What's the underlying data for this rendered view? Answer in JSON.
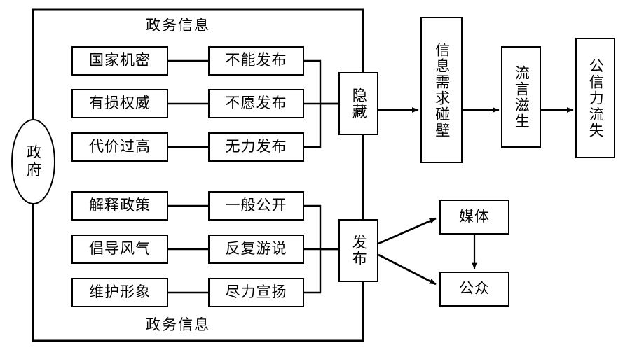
{
  "diagram": {
    "title_top": "政务信息",
    "title_bottom": "政务信息",
    "actor": "政府",
    "hidden_branch": {
      "hub_label": "隐藏",
      "causes": [
        "国家机密",
        "有损权威",
        "代价过高"
      ],
      "effects": [
        "不能发布",
        "不愿发布",
        "无力发布"
      ]
    },
    "release_branch": {
      "hub_label": "发布",
      "causes": [
        "解释政策",
        "倡导风气",
        "维护形象"
      ],
      "effects": [
        "一般公开",
        "反复游说",
        "尽力宣扬"
      ],
      "targets": [
        "媒体",
        "公众"
      ]
    },
    "consequence_chain": [
      "信息需求碰壁",
      "流言滋生",
      "公信力流失"
    ]
  }
}
